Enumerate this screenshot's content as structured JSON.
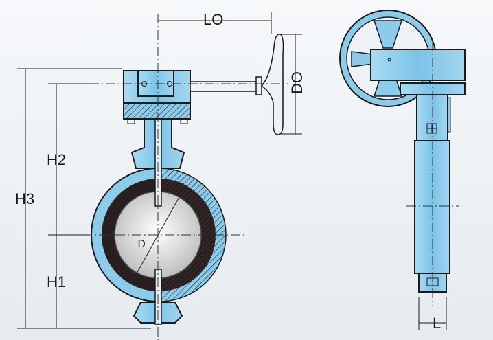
{
  "diagram": {
    "labels": {
      "lo": "LO",
      "do": "DO",
      "h1": "H1",
      "h2": "H2",
      "h3": "H3",
      "d": "D",
      "l": "L"
    },
    "colors": {
      "body": "#8ccbea",
      "seat": "#2a1f1f",
      "disc": "#d8d8d8",
      "background": "#eef2f6"
    }
  }
}
